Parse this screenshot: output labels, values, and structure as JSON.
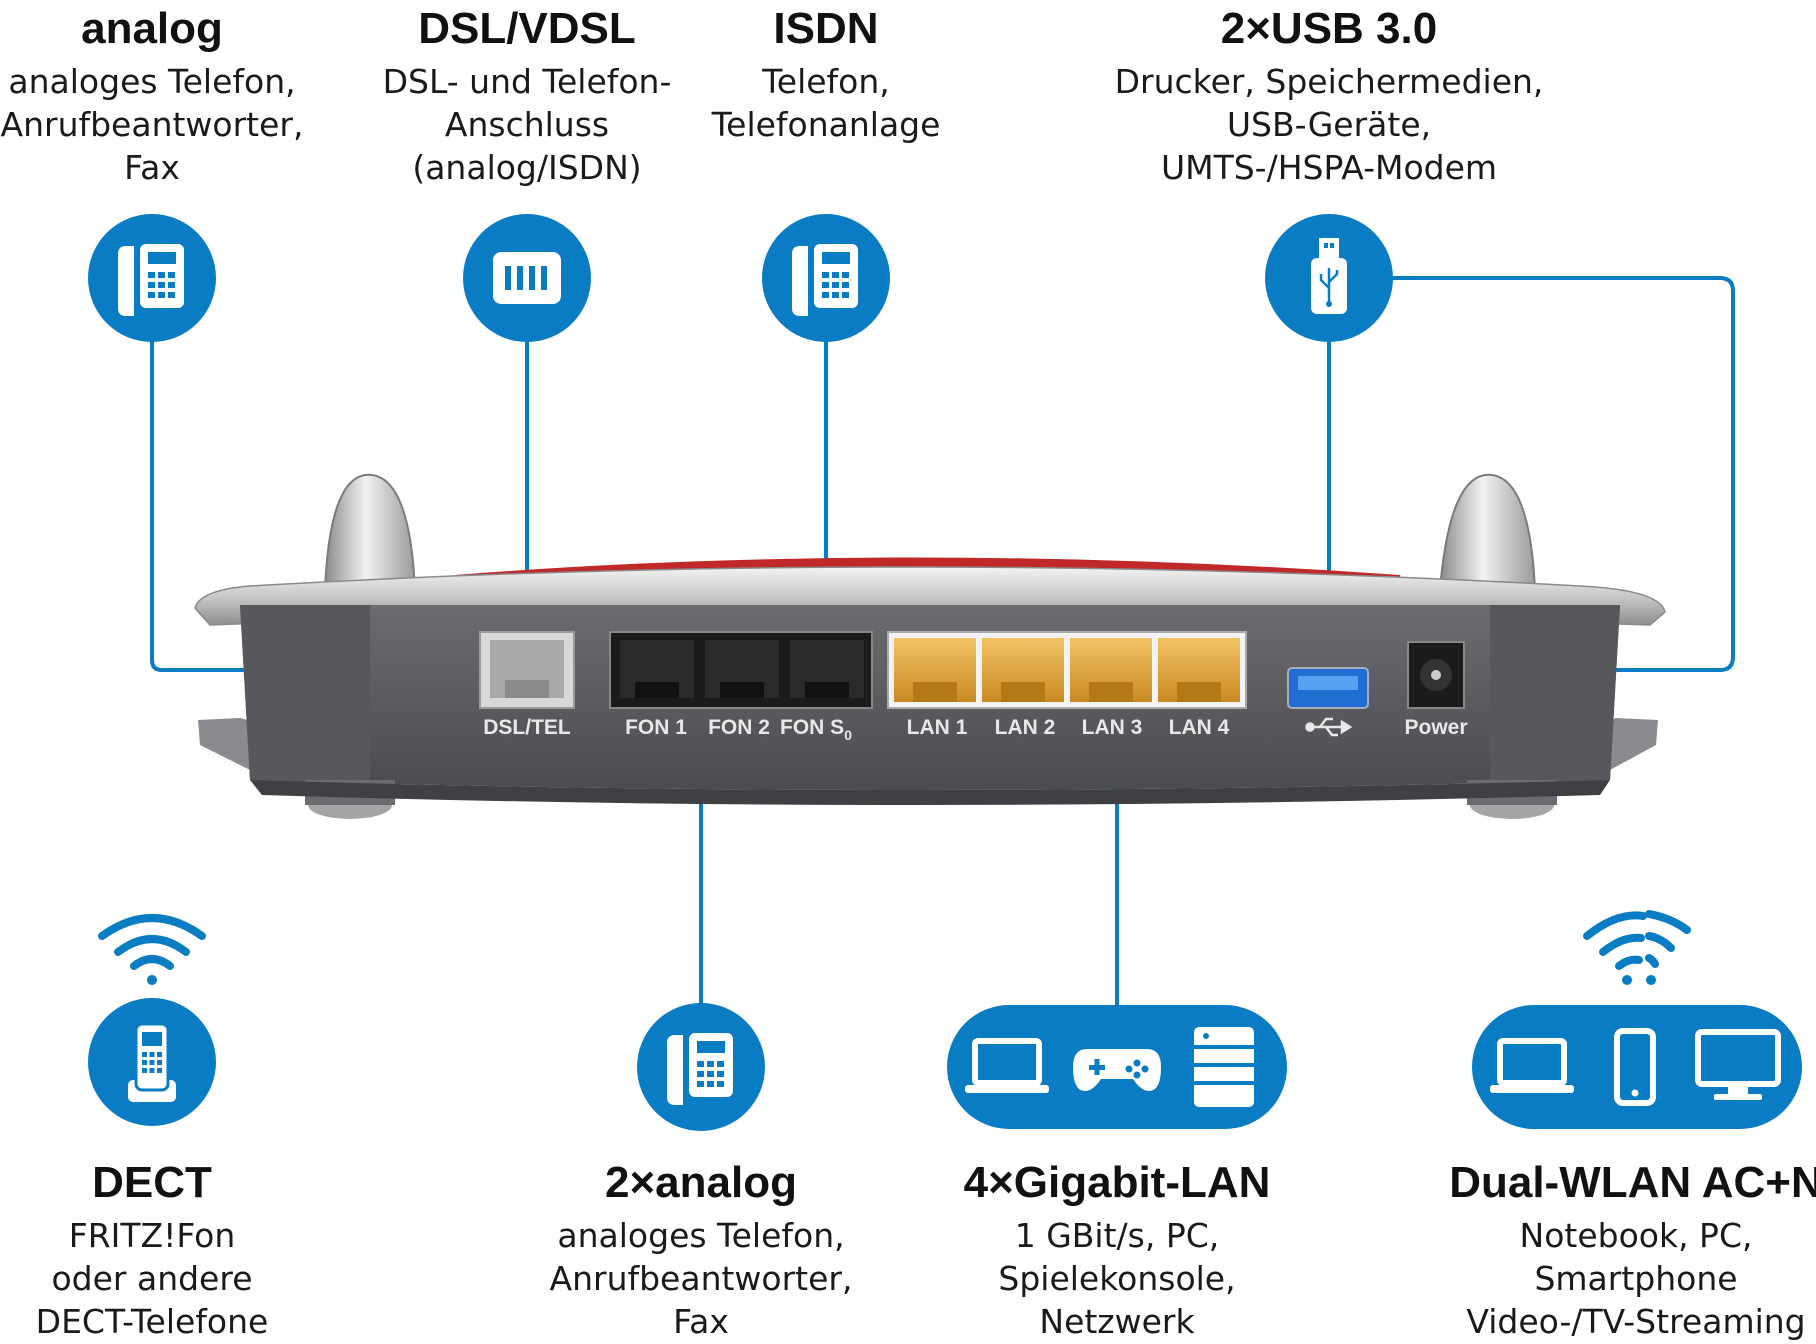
{
  "features": {
    "analog": {
      "title": "analog",
      "lines": [
        "analoges Telefon,",
        "Anrufbeantworter,",
        "Fax"
      ],
      "icon": "desk-phone-icon"
    },
    "dsl": {
      "title": "DSL/VDSL",
      "lines": [
        "DSL- und Telefon-",
        "Anschluss",
        "(analog/ISDN)"
      ],
      "icon": "dsl-jack-icon"
    },
    "isdn": {
      "title": "ISDN",
      "lines": [
        "Telefon,",
        "Telefonanlage"
      ],
      "icon": "desk-phone-icon"
    },
    "usb": {
      "title": "2×USB 3.0",
      "lines": [
        "Drucker, Speichermedien,",
        "USB-Geräte,",
        "UMTS-/HSPA-Modem"
      ],
      "icon": "usb-stick-icon"
    },
    "dect": {
      "title": "DECT",
      "lines": [
        "FRITZ!Fon",
        "oder andere",
        "DECT-Telefone"
      ],
      "icon": "cordless-phone-icon"
    },
    "analog2": {
      "title": "2×analog",
      "lines": [
        "analoges Telefon,",
        "Anrufbeantworter,",
        "Fax"
      ],
      "icon": "desk-phone-icon"
    },
    "lan": {
      "title": "4×Gigabit-LAN",
      "lines": [
        "1 GBit/s, PC,",
        "Spielekonsole,",
        "Netzwerk"
      ],
      "icons": [
        "laptop-icon",
        "gamepad-icon",
        "nas-icon"
      ]
    },
    "wlan": {
      "title": "Dual-WLAN AC+N",
      "lines": [
        "Notebook, PC,",
        "Smartphone",
        "Video-/TV-Streaming"
      ],
      "icons": [
        "laptop-icon",
        "smartphone-icon",
        "monitor-icon"
      ]
    }
  },
  "ports": {
    "dsl": "DSL/TEL",
    "fon1": "FON 1",
    "fon2": "FON 2",
    "fons0": "FON S",
    "fons0_sub": "0",
    "lan1": "LAN 1",
    "lan2": "LAN 2",
    "lan3": "LAN 3",
    "lan4": "LAN 4",
    "power": "Power"
  },
  "colors": {
    "accent_blue": "#0a7cc4",
    "lan_port": "#e0a236",
    "router_body": "#5a5c60",
    "router_red": "#c0282a"
  }
}
